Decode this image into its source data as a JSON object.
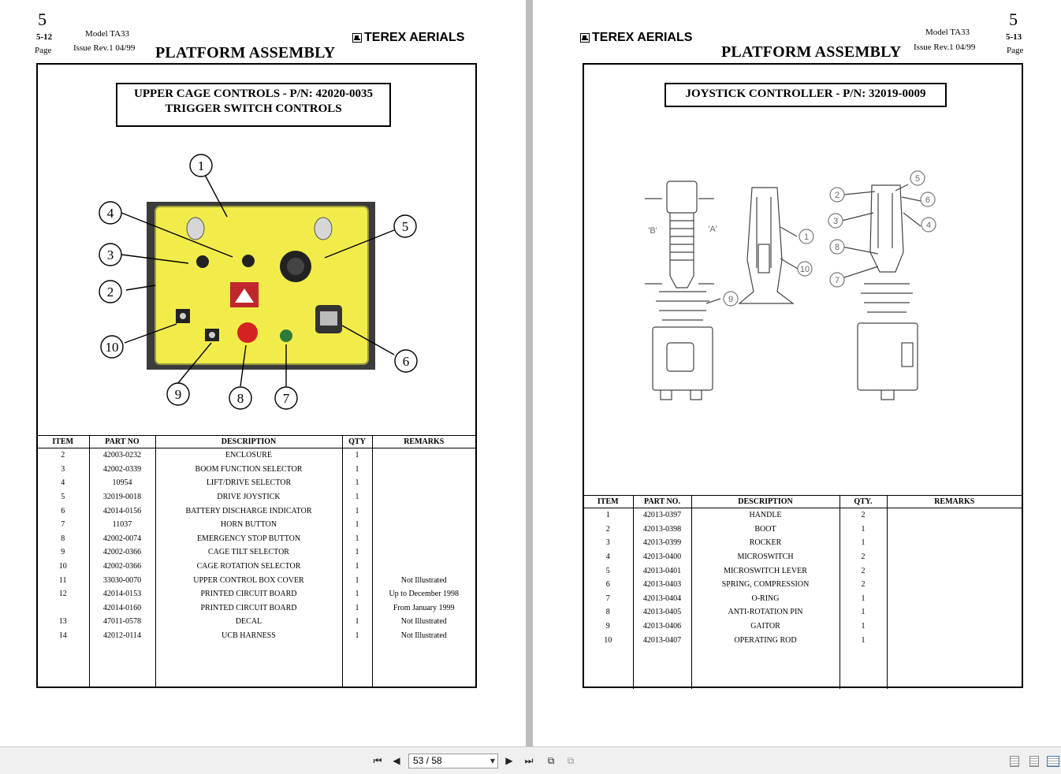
{
  "left_page": {
    "section": "5",
    "page_ref": "5-12",
    "page_word": "Page",
    "model": "Model TA33",
    "issue": "Issue  Rev.1   04/99",
    "brand": "TEREX AERIALS",
    "title": "PLATFORM ASSEMBLY",
    "box_line1": "UPPER CAGE CONTROLS - P/N: 42020-0035",
    "box_line2": "TRIGGER SWITCH CONTROLS",
    "callouts": [
      "1",
      "2",
      "3",
      "4",
      "5",
      "6",
      "7",
      "8",
      "9",
      "10"
    ],
    "table": {
      "headers": [
        "ITEM",
        "PART NO",
        "DESCRIPTION",
        "QTY",
        "REMARKS"
      ],
      "rows": [
        [
          "2",
          "42003-0232",
          "ENCLOSURE",
          "1",
          ""
        ],
        [
          "3",
          "42002-0339",
          "BOOM FUNCTION SELECTOR",
          "1",
          ""
        ],
        [
          "4",
          "10954",
          "LIFT/DRIVE SELECTOR",
          "1",
          ""
        ],
        [
          "5",
          "32019-0018",
          "DRIVE JOYSTICK",
          "1",
          ""
        ],
        [
          "6",
          "42014-0156",
          "BATTERY DISCHARGE INDICATOR",
          "1",
          ""
        ],
        [
          "7",
          "11037",
          "HORN BUTTON",
          "1",
          ""
        ],
        [
          "8",
          "42002-0074",
          "EMERGENCY STOP BUTTON",
          "1",
          ""
        ],
        [
          "9",
          "42002-0366",
          "CAGE TILT SELECTOR",
          "1",
          ""
        ],
        [
          "10",
          "42002-0366",
          "CAGE ROTATION SELECTOR",
          "1",
          ""
        ],
        [
          "11",
          "33030-0070",
          "UPPER CONTROL BOX COVER",
          "1",
          "Not Illustrated"
        ],
        [
          "12",
          "42014-0153",
          "PRINTED CIRCUIT BOARD",
          "1",
          "Up to December 1998"
        ],
        [
          "",
          "42014-0160",
          "PRINTED CIRCUIT BOARD",
          "1",
          "From January 1999"
        ],
        [
          "13",
          "47011-0578",
          "DECAL",
          "1",
          "Not Illustrated"
        ],
        [
          "14",
          "42012-0114",
          "UCB HARNESS",
          "1",
          "Not Illustrated"
        ]
      ]
    }
  },
  "right_page": {
    "section": "5",
    "page_ref": "5-13",
    "page_word": "Page",
    "model": "Model TA33",
    "issue": "Issue  Rev.1   04/99",
    "brand": "TEREX AERIALS",
    "title": "PLATFORM ASSEMBLY",
    "box_line1": "JOYSTICK CONTROLLER - P/N: 32019-0009",
    "drawing_labels": [
      "'B'",
      "'A'"
    ],
    "callouts": [
      "1",
      "2",
      "3",
      "4",
      "5",
      "6",
      "7",
      "8",
      "9",
      "10"
    ],
    "table": {
      "headers": [
        "ITEM",
        "PART NO.",
        "DESCRIPTION",
        "QTY.",
        "REMARKS"
      ],
      "rows": [
        [
          "1",
          "42013-0397",
          "HANDLE",
          "2",
          ""
        ],
        [
          "2",
          "42013-0398",
          "BOOT",
          "1",
          ""
        ],
        [
          "3",
          "42013-0399",
          "ROCKER",
          "1",
          ""
        ],
        [
          "4",
          "42013-0400",
          "MICROSWITCH",
          "2",
          ""
        ],
        [
          "5",
          "42013-0401",
          "MICROSWITCH LEVER",
          "2",
          ""
        ],
        [
          "6",
          "42013-0403",
          "SPRING, COMPRESSION",
          "2",
          ""
        ],
        [
          "7",
          "42013-0404",
          "O-RING",
          "1",
          ""
        ],
        [
          "8",
          "42013-0405",
          "ANTI-ROTATION PIN",
          "1",
          ""
        ],
        [
          "9",
          "42013-0406",
          "GAITOR",
          "1",
          ""
        ],
        [
          "10",
          "42013-0407",
          "OPERATING ROD",
          "1",
          ""
        ]
      ]
    }
  },
  "toolbar": {
    "page_indicator": "53 / 58",
    "first_icon": "first-page-icon",
    "prev_icon": "previous-page-icon",
    "next_icon": "next-page-icon",
    "last_icon": "last-page-icon"
  }
}
